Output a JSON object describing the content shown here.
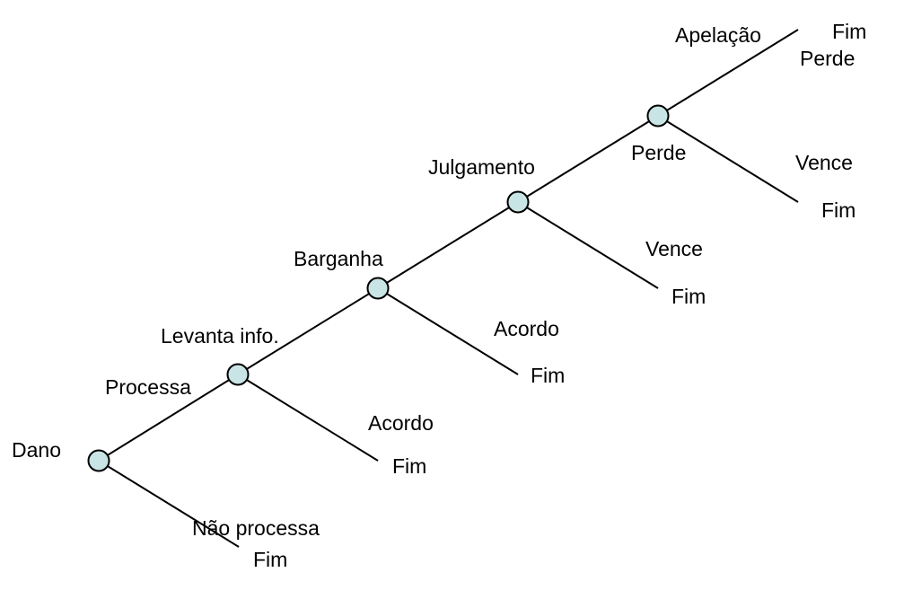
{
  "colors": {
    "node_fill": "#c9e4e4",
    "stroke": "#000000",
    "text": "#000000",
    "background": "#ffffff"
  },
  "labels": {
    "dano": "Dano",
    "processa": "Processa",
    "nao_processa": "Não processa",
    "nao_processa_fim": "Fim",
    "levanta_info": "Levanta info.",
    "acordo_1": "Acordo",
    "acordo_1_fim": "Fim",
    "barganha": "Barganha",
    "acordo_2": "Acordo",
    "acordo_2_fim": "Fim",
    "julgamento": "Julgamento",
    "vence_1": "Vence",
    "vence_1_fim": "Fim",
    "perde_1": "Perde",
    "apelacao": "Apelação",
    "apelacao_fim": "Fim",
    "apelacao_perde": "Perde",
    "vence_2": "Vence",
    "vence_2_fim": "Fim"
  }
}
